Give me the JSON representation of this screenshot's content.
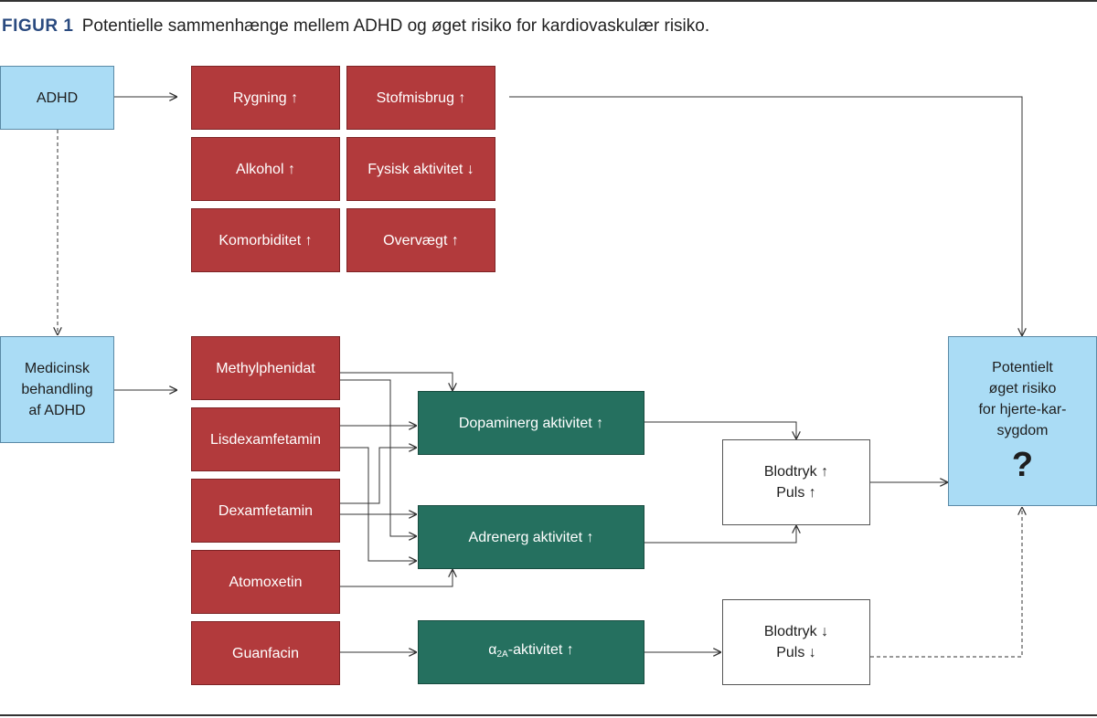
{
  "caption": {
    "label": "FIGUR 1",
    "text": "Potentielle sammenhænge mellem ADHD og øget risiko for kardiovaskulær risiko."
  },
  "boxes": {
    "adhd": "ADHD",
    "medication": [
      "Medicinsk",
      "behandling",
      "af ADHD"
    ],
    "risk_factors": {
      "smoking": "Rygning ↑",
      "substance_abuse": "Stofmisbrug ↑",
      "alcohol": "Alkohol ↑",
      "physical_activity": "Fysisk aktivitet ↓",
      "comorbidity": "Komorbiditet ↑",
      "overweight": "Overvægt ↑"
    },
    "drugs": {
      "methylphenidate": "Methylphenidat",
      "lisdexamfetamine": "Lisdexamfetamin",
      "dexamfetamine": "Dexamfetamin",
      "atomoxetine": "Atomoxetin",
      "guanfacine": "Guanfacin"
    },
    "mechanisms": {
      "dopaminergic": "Dopaminerg aktivitet ↑",
      "adrenergic": "Adrenerg aktivitet ↑",
      "alpha_prefix": "α",
      "alpha_sub": "2A",
      "alpha_suffix": "-aktivitet ↑"
    },
    "effects_up": [
      "Blodtryk ↑",
      "Puls ↑"
    ],
    "effects_down": [
      "Blodtryk ↓",
      "Puls ↓"
    ],
    "outcome": [
      "Potentielt",
      "øget risiko",
      "for hjerte-kar-",
      "sygdom"
    ],
    "outcome_mark": "?"
  },
  "colors": {
    "blue_box": "#aadcf5",
    "red_box": "#b23a3c",
    "green_box": "#25705f",
    "caption_label": "#2a4a7f"
  }
}
